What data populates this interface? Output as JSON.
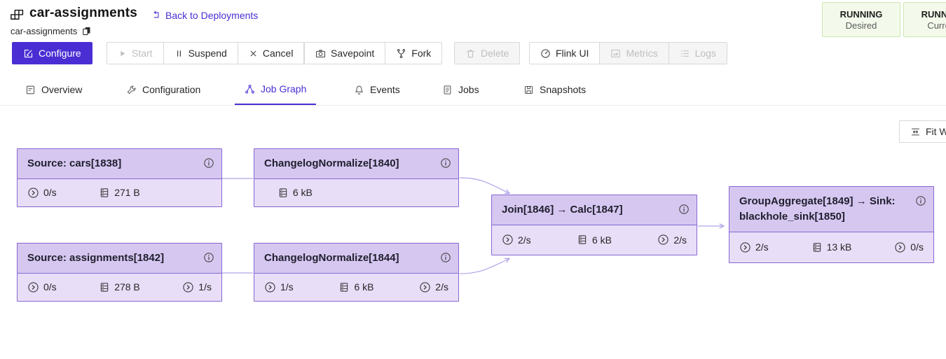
{
  "app": {
    "title": "car-assignments",
    "back_link": "Back to Deployments",
    "resource_name": "car-assignments"
  },
  "status_badges": [
    {
      "state": "RUNNING",
      "kind": "Desired"
    },
    {
      "state": "RUNNING",
      "kind": "Current"
    }
  ],
  "toolbar": {
    "configure": "Configure",
    "start": "Start",
    "suspend": "Suspend",
    "cancel": "Cancel",
    "savepoint": "Savepoint",
    "fork": "Fork",
    "delete": "Delete",
    "flink_ui": "Flink UI",
    "metrics": "Metrics",
    "logs": "Logs"
  },
  "tabs": [
    {
      "label": "Overview",
      "active": false
    },
    {
      "label": "Configuration",
      "active": false
    },
    {
      "label": "Job Graph",
      "active": true
    },
    {
      "label": "Events",
      "active": false
    },
    {
      "label": "Jobs",
      "active": false
    },
    {
      "label": "Snapshots",
      "active": false
    }
  ],
  "graph": {
    "fit_button": "Fit Window",
    "nodes": [
      {
        "title": "Source: cars[1838]",
        "stats": {
          "in_rate": "0/s",
          "bytes": "271 B"
        }
      },
      {
        "title": "ChangelogNormalize[1840]",
        "stats": {
          "bytes": "6 kB"
        }
      },
      {
        "title": "Source: assignments[1842]",
        "stats": {
          "in_rate": "0/s",
          "bytes": "278 B",
          "out_rate": "1/s"
        }
      },
      {
        "title": "ChangelogNormalize[1844]",
        "stats": {
          "in_rate": "1/s",
          "bytes": "6 kB",
          "out_rate": "2/s"
        }
      },
      {
        "title": "Join[1846] → Calc[1847]",
        "stats": {
          "in_rate": "2/s",
          "bytes": "6 kB",
          "out_rate": "2/s"
        }
      },
      {
        "title": "GroupAggregate[1849] → Sink: blackhole_sink[1850]",
        "stats": {
          "in_rate": "2/s",
          "bytes": "13 kB",
          "out_rate": "0/s"
        }
      }
    ]
  },
  "colors": {
    "brand": "#4a2ed4",
    "node_border": "#8767d2",
    "node_header_bg": "#d6c7f0",
    "node_body_bg": "#e8def8",
    "edge": "#b3a3e7",
    "status_bg": "#f4faeb",
    "status_border": "#c9e7ac"
  },
  "icons": {
    "deployment-icon": "overlapping-blocks",
    "back-icon": "return-bracket-arrow",
    "copy-icon": "copy-filled",
    "edit-icon": "edit-square",
    "play-icon": "play-triangle",
    "pause-icon": "pause-bars",
    "close-icon": "x-cross",
    "camera-icon": "camera",
    "fork-icon": "fork-y",
    "trash-icon": "trash-can",
    "dashboard-icon": "gauge",
    "chart-icon": "area-chart-box",
    "list-icon": "bullet-list",
    "overview-icon": "profile-panel",
    "configuration-icon": "wrench",
    "job-graph-icon": "node-tree",
    "events-icon": "bell",
    "jobs-icon": "list-box",
    "snapshots-icon": "save-box",
    "fit-width-icon": "fit-width-arrows",
    "info-icon": "info-circle",
    "rate-icon": "rate-circle-chevron",
    "bytes-icon": "database"
  }
}
